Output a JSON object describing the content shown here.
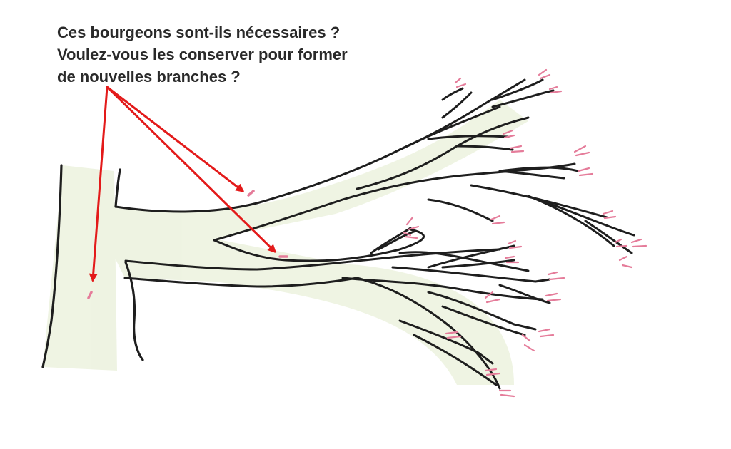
{
  "caption": {
    "line1": "Ces bourgeons sont-ils nécessaires ?",
    "line2": "Voulez-vous les conserver pour former",
    "line3": "de nouvelles branches ?"
  },
  "colors": {
    "ink": "#1e1e1e",
    "arrow": "#e31a1a",
    "bud": "#e57c9a",
    "wash": "#e9f0d9"
  }
}
